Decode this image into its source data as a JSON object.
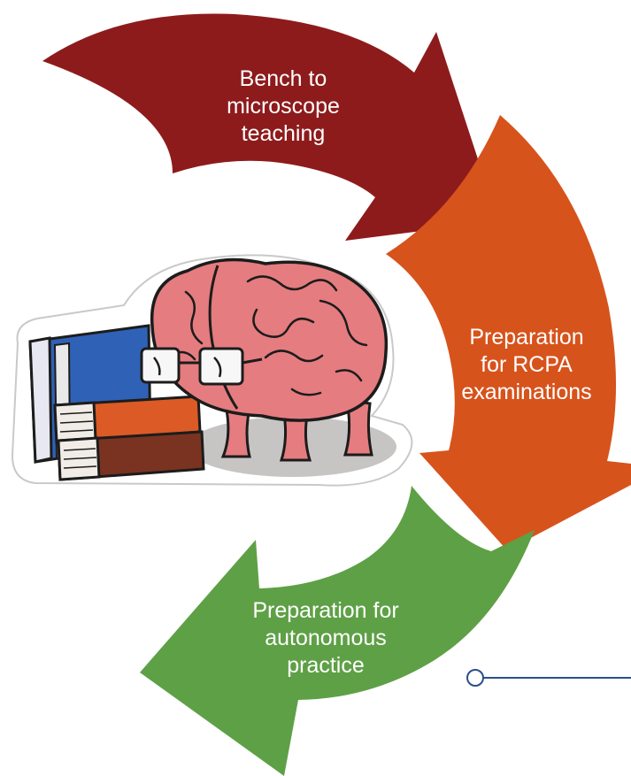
{
  "colors": {
    "bench_arrow": "#8e1b1c",
    "rcpa_arrow": "#d7531c",
    "autonomous_arrow": "#5ea046",
    "connector_line": "#2b4f8a",
    "brain": "#e57c7f",
    "book_blue": "#2f62b6",
    "book_orange": "#dc5a25",
    "book_brown": "#7a3320"
  },
  "cycle": {
    "bench": {
      "label": "Bench to\nmicroscope\nteaching"
    },
    "rcpa": {
      "label": "Preparation\nfor RCPA\nexaminations"
    },
    "autonomous": {
      "label": "Preparation for\nautonomous\npractice"
    }
  },
  "illustration": {
    "subject": "brain-with-glasses-and-books-sticker"
  }
}
